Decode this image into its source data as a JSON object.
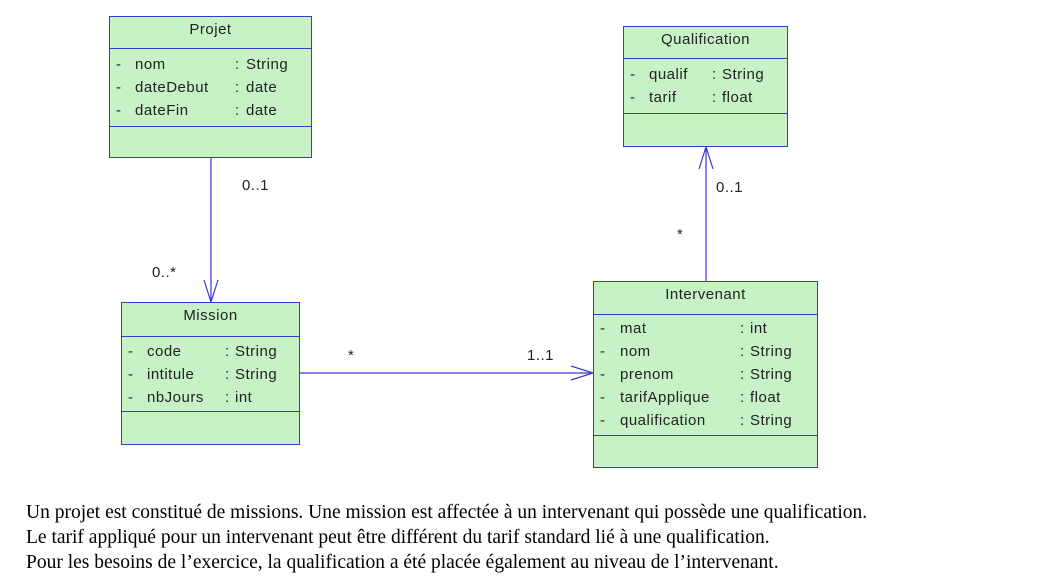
{
  "classes": {
    "projet": {
      "name": "Projet",
      "attributes": [
        {
          "dash": "-",
          "name": "nom",
          "type": "String"
        },
        {
          "dash": "-",
          "name": "dateDebut",
          "type": "date"
        },
        {
          "dash": "-",
          "name": "dateFin",
          "type": "date"
        }
      ]
    },
    "qualification": {
      "name": "Qualification",
      "attributes": [
        {
          "dash": "-",
          "name": "qualif",
          "type": "String"
        },
        {
          "dash": "-",
          "name": "tarif",
          "type": "float"
        }
      ]
    },
    "mission": {
      "name": "Mission",
      "attributes": [
        {
          "dash": "-",
          "name": "code",
          "type": "String"
        },
        {
          "dash": "-",
          "name": "intitule",
          "type": "String"
        },
        {
          "dash": "-",
          "name": "nbJours",
          "type": "int"
        }
      ]
    },
    "intervenant": {
      "name": "Intervenant",
      "attributes": [
        {
          "dash": "-",
          "name": "mat",
          "type": "int"
        },
        {
          "dash": "-",
          "name": "nom",
          "type": "String"
        },
        {
          "dash": "-",
          "name": "prenom",
          "type": "String"
        },
        {
          "dash": "-",
          "name": "tarifApplique",
          "type": "float"
        },
        {
          "dash": "-",
          "name": "qualification",
          "type": "String"
        }
      ]
    }
  },
  "associations": {
    "projet_mission": {
      "source_mult": "0..1",
      "target_mult": "0..*"
    },
    "mission_intervenant": {
      "source_mult": "*",
      "target_mult": "1..1"
    },
    "intervenant_qualification": {
      "source_mult": "*",
      "target_mult": "0..1"
    }
  },
  "description": [
    "Un projet est constitué de missions. Une mission est affectée à un intervenant qui possède une qualification.",
    "Le tarif appliqué pour un intervenant peut être différent du tarif standard lié à une qualification.",
    "Pour les besoins de l’exercice, la qualification a été placée également au niveau de l’intervenant."
  ],
  "colors": {
    "class_fill": "#c6f2c6",
    "class_border": "#3a3ad0",
    "line": "#3a3ad0"
  }
}
